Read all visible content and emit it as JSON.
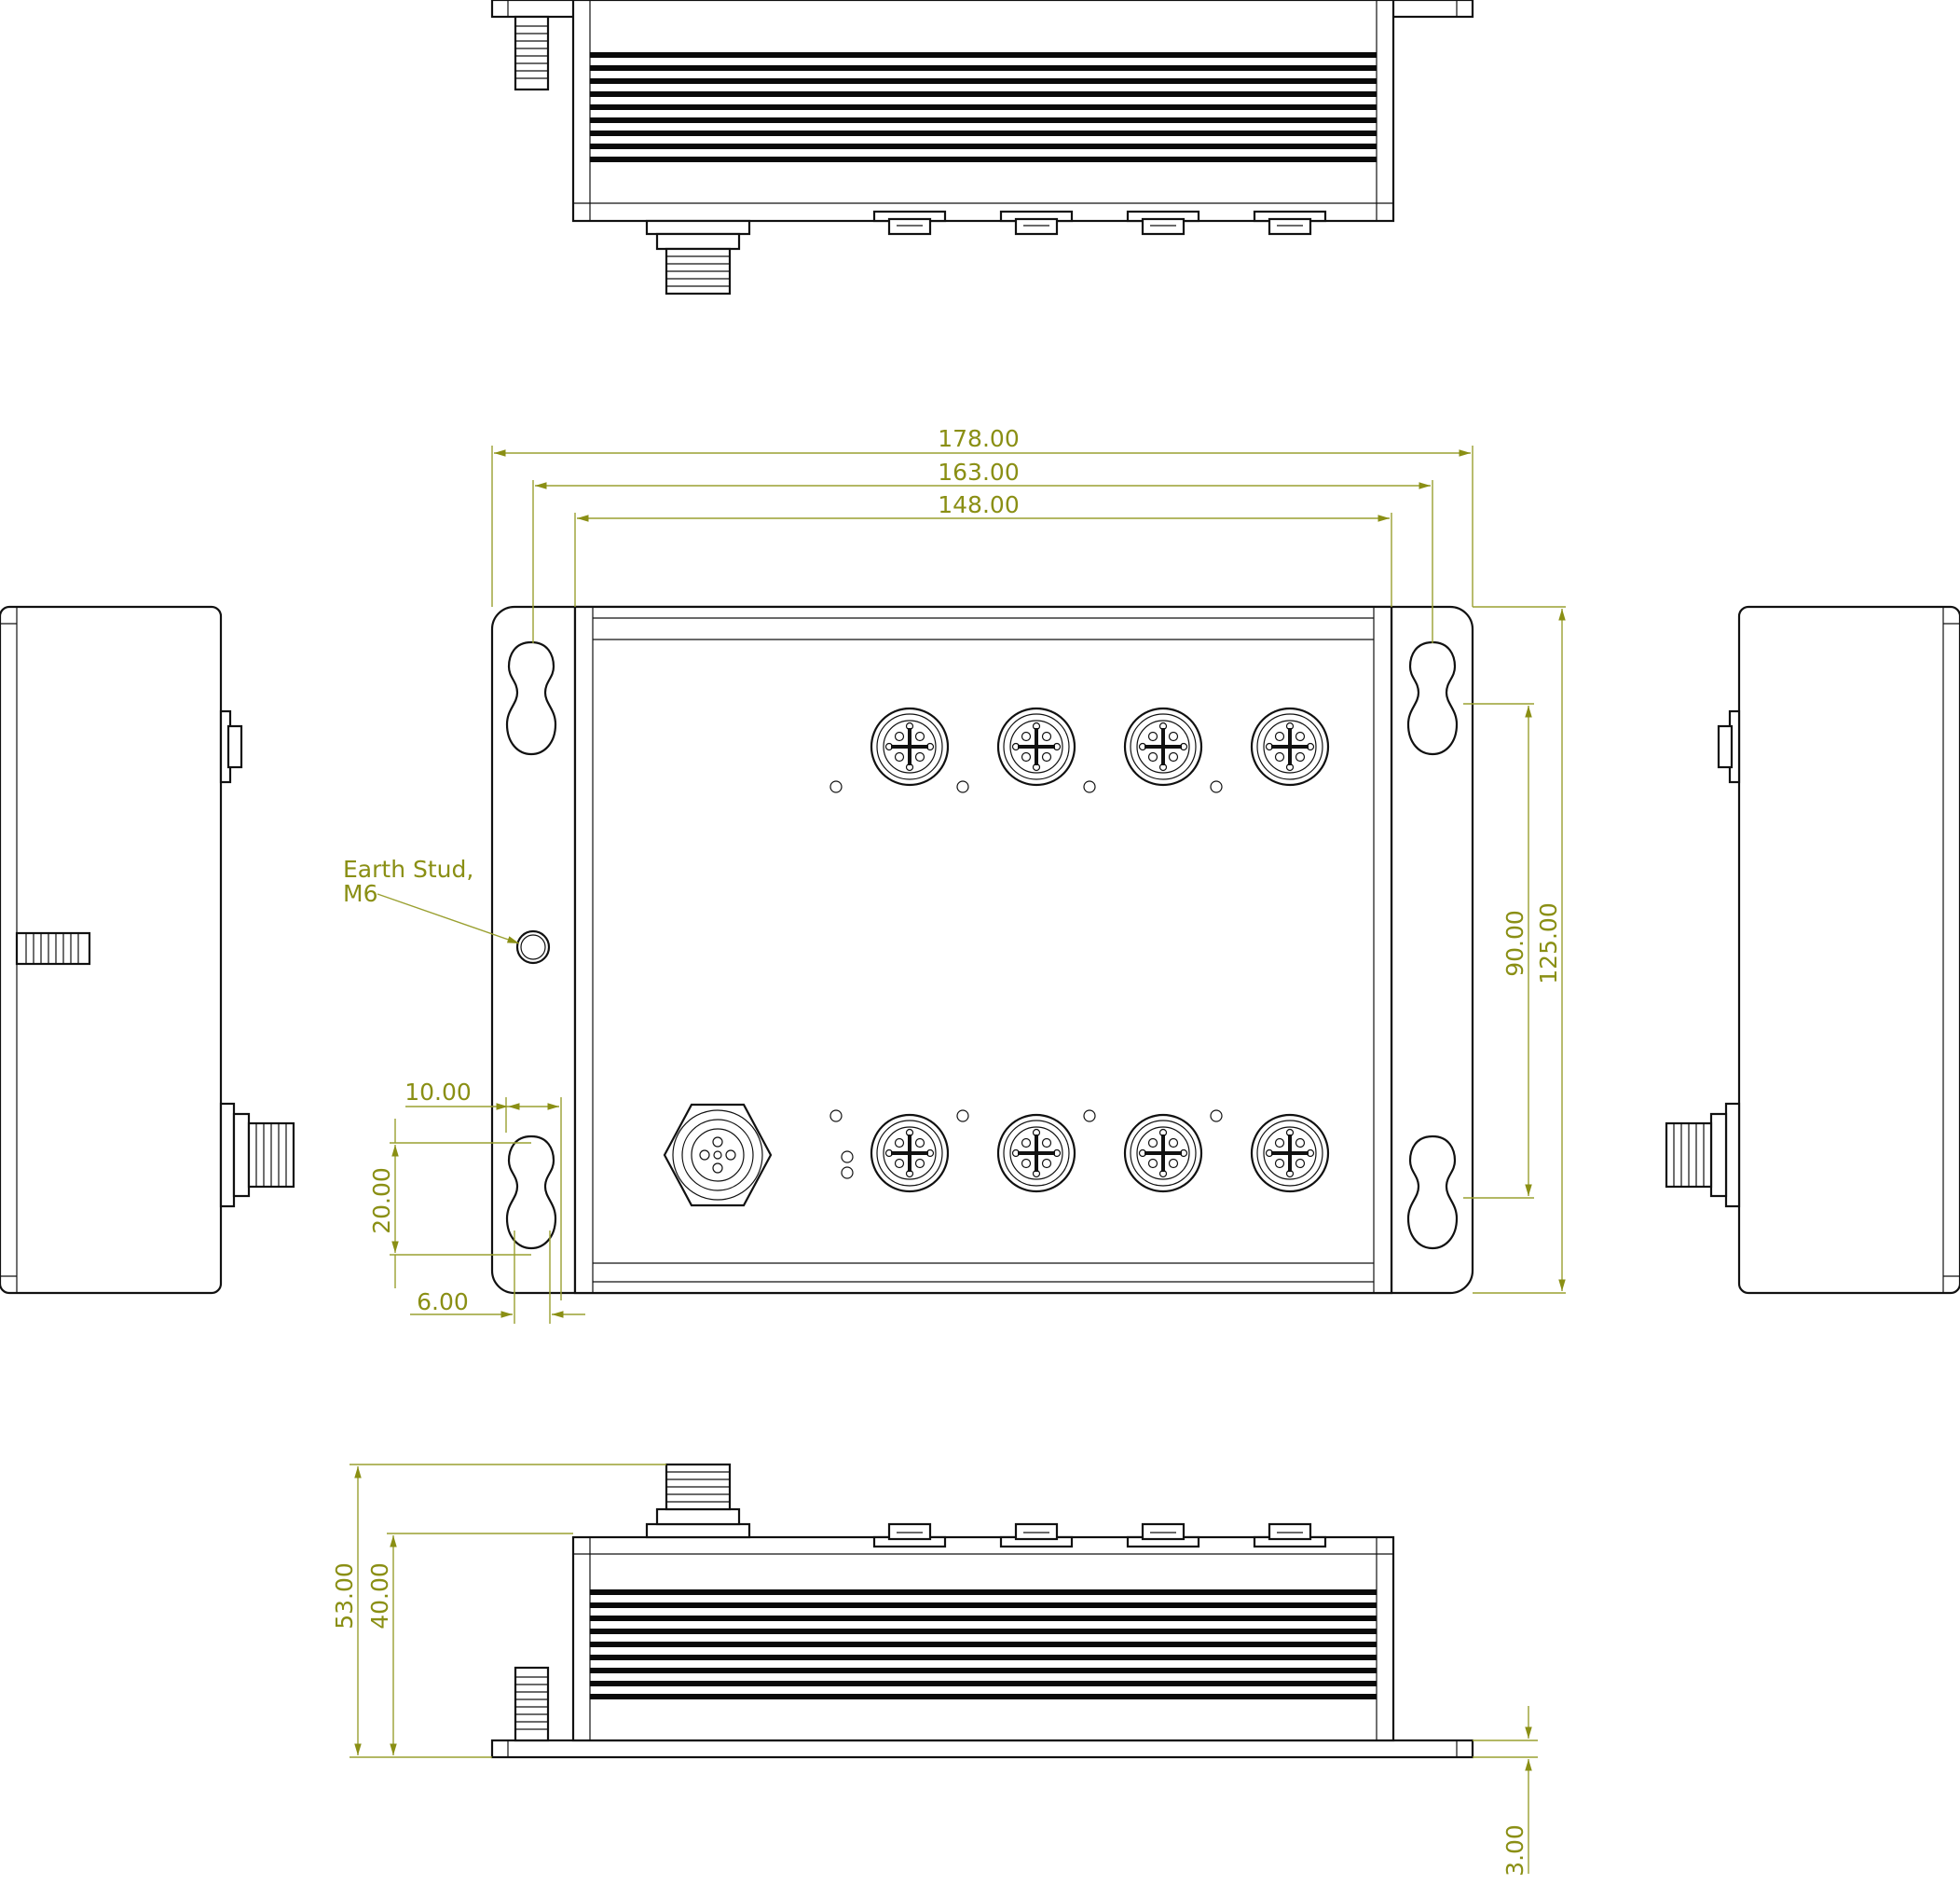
{
  "colors": {
    "line": "#111111",
    "dimension": "#8a8f14",
    "background": "#ffffff"
  },
  "labels": {
    "earth_stud_line1": "Earth Stud,",
    "earth_stud_line2": "M6"
  },
  "dimensions": {
    "overall_width": "178.00",
    "flange_hole_spacing": "163.00",
    "body_width": "148.00",
    "overall_depth": "125.00",
    "mounting_hole_spacing": "90.00",
    "slot_offset_x": "10.00",
    "slot_length": "20.00",
    "slot_width": "6.00",
    "overall_height": "53.00",
    "body_height": "40.00",
    "flange_thickness": "3.00"
  },
  "views": [
    {
      "name": "Top view"
    },
    {
      "name": "Front view"
    },
    {
      "name": "Left side view"
    },
    {
      "name": "Right side view"
    },
    {
      "name": "Bottom view"
    }
  ]
}
